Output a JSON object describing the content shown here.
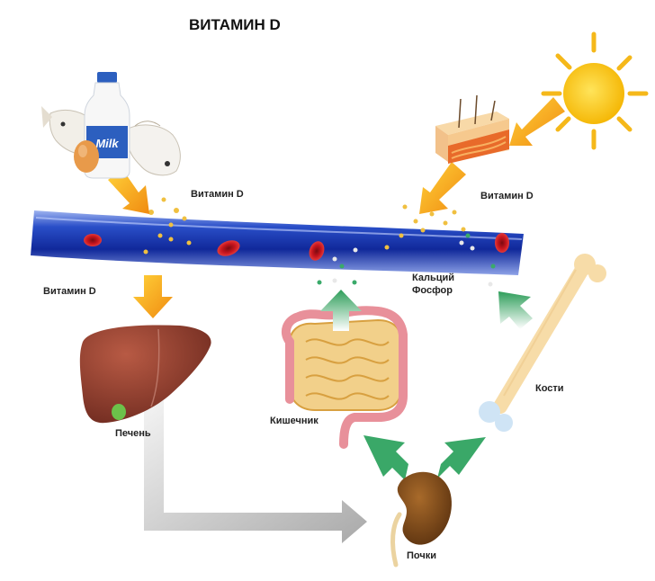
{
  "title": "ВИТАМИН D",
  "labels": {
    "vitamin_d_food": "Витамин D",
    "vitamin_d_sun": "Витамин D",
    "vitamin_d_liver": "Витамин D",
    "calcium": "Кальций",
    "phosphorus": "Фосфор",
    "liver": "Печень",
    "intestine": "Кишечник",
    "bones": "Кости",
    "kidneys": "Почки",
    "milk": "Milk"
  },
  "colors": {
    "vessel": "#1f3fb0",
    "blood_cell": "#c0141c",
    "food_arrow": "#f39a1e",
    "absorb_arrow": "#2e9e5a",
    "flow_arrow": "#b8b8b8",
    "sun": "#f7c21a",
    "liver": "#8e3a2c",
    "kidney": "#7a4a1c"
  },
  "icons": [
    "sun-icon",
    "skin-icon",
    "milk-bottle-icon",
    "fish-icon",
    "egg-icon",
    "liver-icon",
    "intestine-icon",
    "bone-icon",
    "kidney-icon",
    "blood-vessel-icon"
  ]
}
